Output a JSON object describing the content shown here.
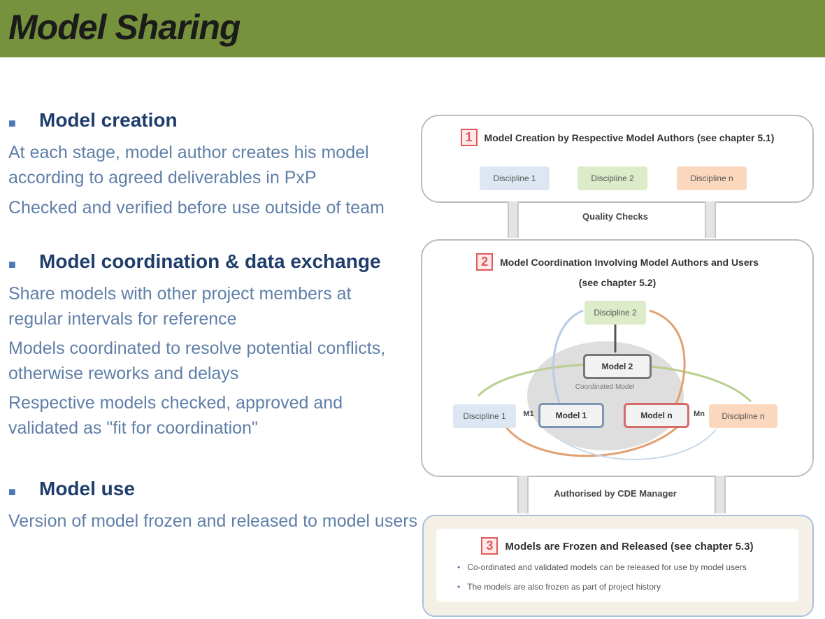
{
  "title": "Model Sharing",
  "sections": [
    {
      "heading": "Model creation",
      "paragraphs": [
        "At each stage, model author creates his model according to agreed deliverables in PxP",
        "Checked and verified before use outside of team"
      ]
    },
    {
      "heading": "Model coordination & data exchange",
      "paragraphs": [
        "Share models with other project members at regular intervals for reference",
        "Models coordinated to resolve potential conflicts, otherwise reworks and delays",
        "Respective models checked, approved and validated as \"fit for coordination\""
      ]
    },
    {
      "heading": "Model use",
      "paragraphs": [
        "Version of model frozen and released to model users"
      ]
    }
  ],
  "diagram": {
    "step1": {
      "number": "1",
      "title": "Model Creation by Respective Model Authors (see chapter 5.1)",
      "disciplines": [
        "Discipline 1",
        "Discipline 2",
        "Discipline n"
      ]
    },
    "connector1": "Quality Checks",
    "step2": {
      "number": "2",
      "title_line1": "Model Coordination Involving Model Authors and Users",
      "title_line2": "(see chapter 5.2)",
      "discipline_top": "Discipline 2",
      "discipline_left": "Discipline 1",
      "discipline_right": "Discipline n",
      "model_top": "Model 2",
      "model_left": "Model 1",
      "model_right": "Model n",
      "center_label": "Coordinated Model",
      "left_arrow": "M1",
      "right_arrow": "Mn"
    },
    "connector2": "Authorised by CDE Manager",
    "step3": {
      "number": "3",
      "title": "Models are Frozen and Released (see chapter 5.3)",
      "items": [
        "Co-ordinated and validated models can be released for use by model users",
        "The models are also frozen as part of project history"
      ]
    },
    "colors": {
      "header_bar": "#76923c",
      "discipline_1": "#dde7f3",
      "discipline_2": "#dcebc8",
      "discipline_n": "#fbd7bd",
      "step_tag": "#e05a5a"
    }
  }
}
